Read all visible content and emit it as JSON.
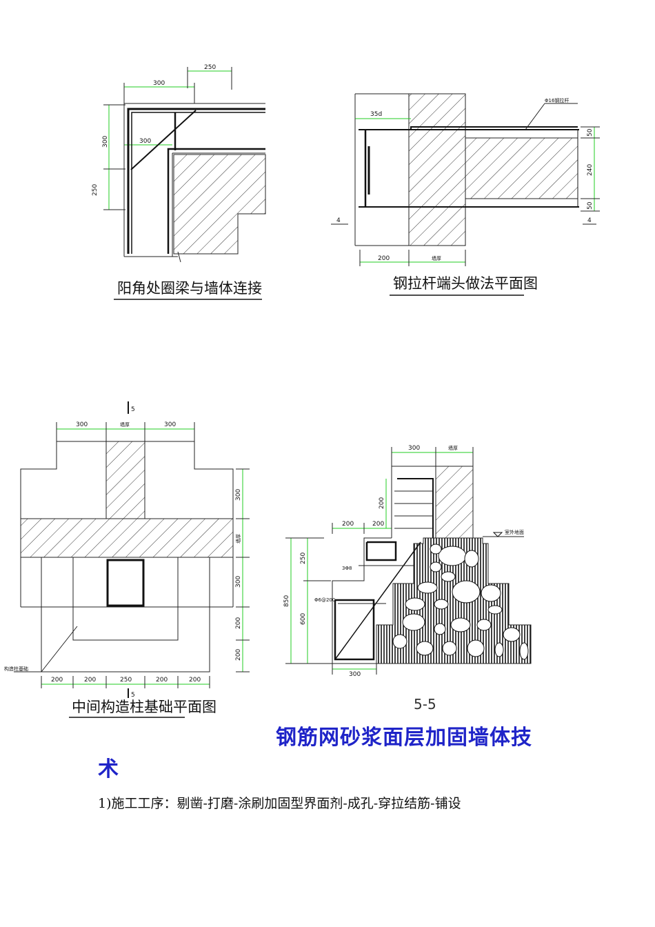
{
  "figures": {
    "corner": {
      "caption": "阳角处圈梁与墙体连接",
      "dims": {
        "top_a": "250",
        "top_b": "300",
        "inner": "300",
        "left_a": "300",
        "left_b": "250"
      }
    },
    "tie_rod": {
      "caption": "钢拉杆端头做法平面图",
      "dims": {
        "anchor": "35d",
        "rod": "Φ16钢拉杆",
        "d50a": "50",
        "d240": "240",
        "d50b": "50",
        "d200": "200",
        "wall": "墙厚",
        "mark_l": "4",
        "mark_r": "4"
      }
    },
    "foundation": {
      "caption": "中间构造柱基础平面图",
      "dims": {
        "top_a": "300",
        "top_wall": "墙厚",
        "top_b": "300",
        "r1": "300",
        "r2": "墙厚",
        "r3": "300",
        "r4": "200",
        "r5": "200",
        "b1": "200",
        "b2": "200",
        "b3": "250",
        "b4": "200",
        "b5": "200",
        "sec_top": "5",
        "sec_bottom": "5",
        "leader": "构造柱基础"
      }
    },
    "section": {
      "caption": "5-5",
      "dims": {
        "top_a": "300",
        "top_wall": "墙厚",
        "d200v": "200",
        "d200a": "200",
        "d200b": "200",
        "d250": "250",
        "d850": "850",
        "d600": "600",
        "d300": "300",
        "ground": "室外地面",
        "bar1": "3Φ8",
        "bar2": "Φ6@200"
      }
    }
  },
  "heading": {
    "line1": "钢筋网砂浆面层加固墙体技",
    "line2": "术"
  },
  "paragraph": "1)施工工序：剔凿-打磨-涂刷加固型界面剂-成孔-穿拉结筋-铺设"
}
